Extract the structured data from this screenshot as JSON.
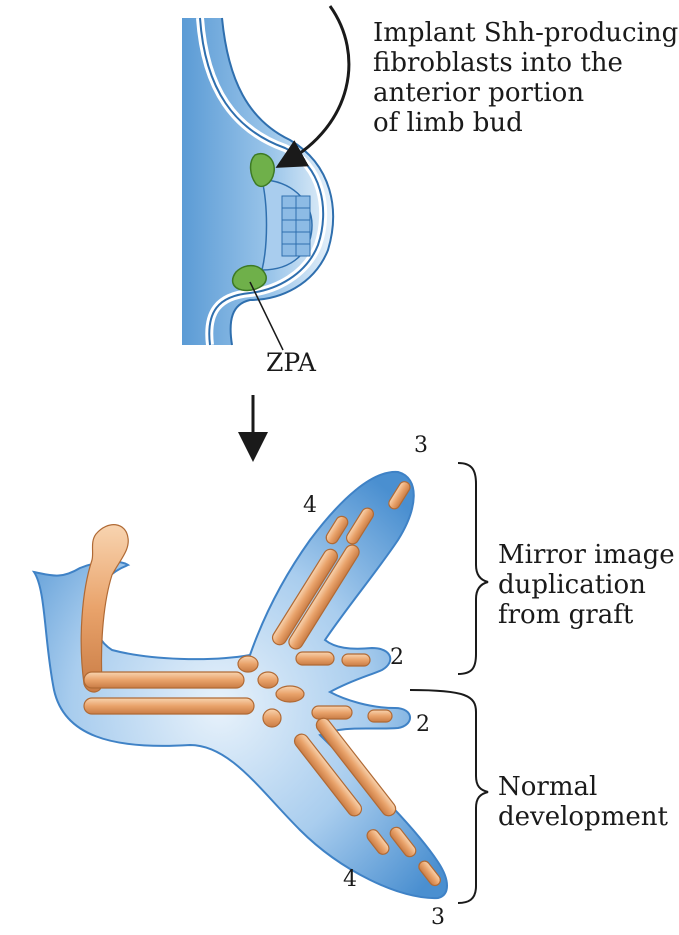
{
  "labels": {
    "implant": [
      "Implant Shh-producing",
      "fibroblasts into the",
      "anterior portion",
      "of limb bud"
    ],
    "zpa": "ZPA",
    "mirror": [
      "Mirror image",
      "duplication",
      "from graft"
    ],
    "normal": [
      "Normal",
      "development"
    ]
  },
  "digits": {
    "top_3": "3",
    "top_4": "4",
    "mid_2_upper": "2",
    "mid_2_lower": "2",
    "bottom_4": "4",
    "bottom_3": "3"
  },
  "colors": {
    "tissue_light": "#d6e8f6",
    "tissue_blue": "#5b9bd5",
    "tissue_dark": "#2f6fae",
    "bone": "#e9a36b",
    "bone_highlight": "#f8d4b0",
    "graft_green": "#6fb04a",
    "ink": "#1a1a1a"
  }
}
